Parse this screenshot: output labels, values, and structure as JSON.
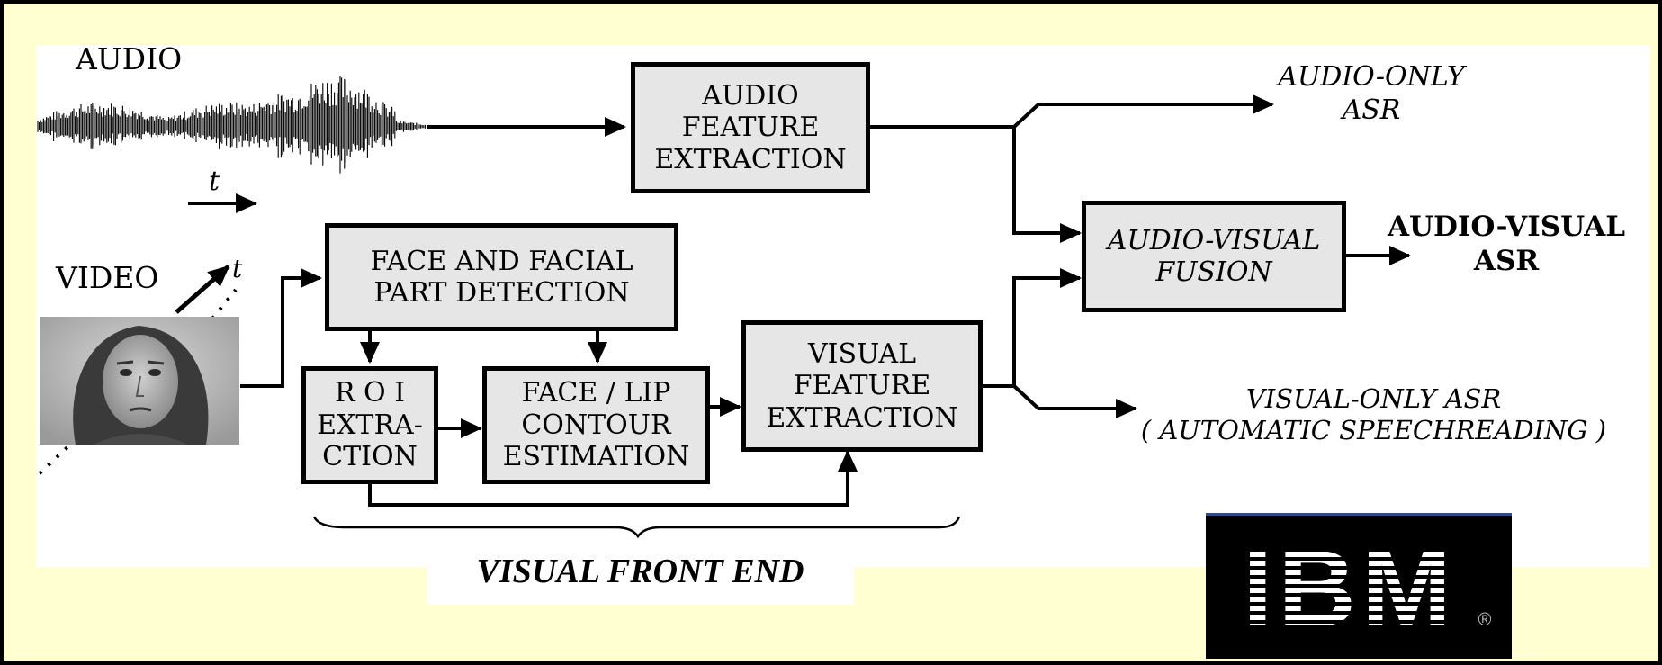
{
  "labels": {
    "audio": "AUDIO",
    "video": "VIDEO",
    "t_audio": "t",
    "t_video": "t",
    "audio_only": "AUDIO-ONLY\nASR",
    "audio_visual_asr": "AUDIO-VISUAL\nASR",
    "visual_only": "VISUAL-ONLY ASR\n( AUTOMATIC  SPEECHREADING )",
    "visual_front_end": "VISUAL FRONT END"
  },
  "boxes": {
    "audio_feature": "AUDIO\nFEATURE\nEXTRACTION",
    "face_detect": "FACE  AND  FACIAL\nPART  DETECTION",
    "roi": "R O I\nEXTRA-\nCTION",
    "face_lip": "FACE / LIP\nCONTOUR\nESTIMATION",
    "visual_feature": "VISUAL\nFEATURE\nEXTRACTION",
    "av_fusion": "AUDIO-VISUAL\nFUSION"
  },
  "logo": {
    "text": "IBM",
    "registered": "®"
  },
  "colors": {
    "background": "#ffffd2",
    "box_fill": "#e6e6e6",
    "logo_bg": "#000000"
  }
}
